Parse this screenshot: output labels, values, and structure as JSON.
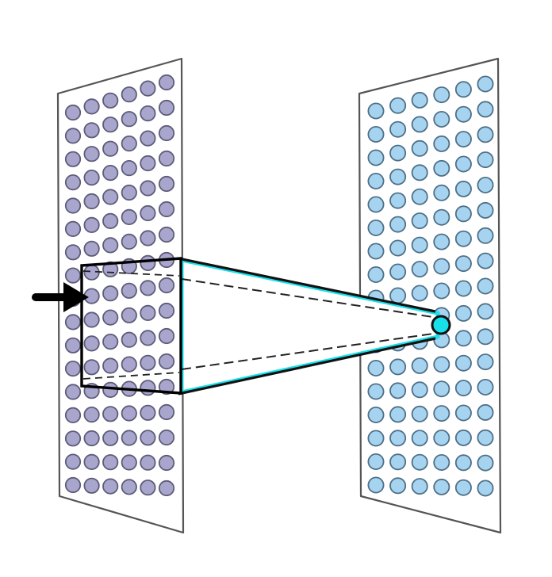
{
  "diagram": {
    "kind": "receptive-field-illustration",
    "layers": [
      {
        "name": "input-layer",
        "rows": 17,
        "cols": 6,
        "neuron_color": "#a9a6ce",
        "neuron_stroke": "#5e5c78",
        "sheet_stroke": "#555555"
      },
      {
        "name": "output-layer",
        "rows": 17,
        "cols": 6,
        "neuron_color": "#a6d4f0",
        "neuron_stroke": "#4f6f86",
        "sheet_stroke": "#555555"
      }
    ],
    "receptive_field": {
      "rows": 5,
      "cols": 5,
      "frame_color": "#000000"
    },
    "connection": {
      "color": "#18e0ea",
      "target_neuron_color": "#18e0ea"
    },
    "arrow_color": "#000000"
  }
}
